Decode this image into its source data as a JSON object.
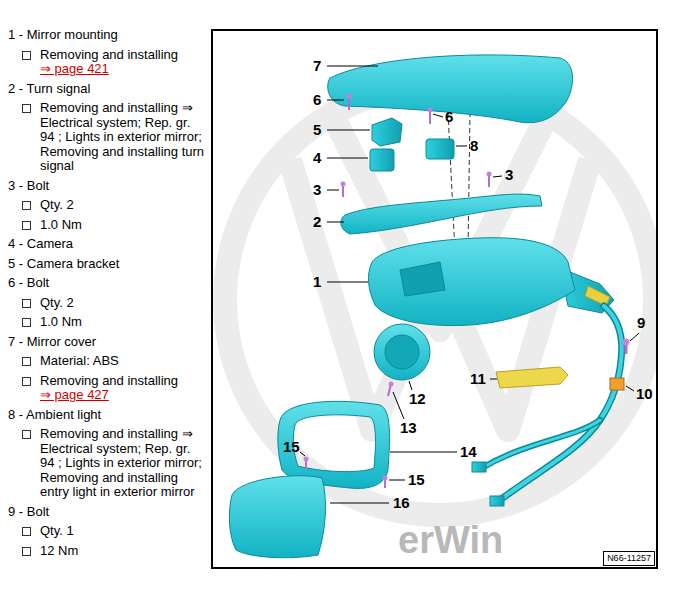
{
  "diagram": {
    "nodes": [
      {
        "text": [
          "N66-11257"
        ]
      }
    ],
    "labels": [
      "1 - Mirror mounting",
      "Removing and installing",
      "⇒ page 421",
      "2 - Turn signal",
      "Removing and installing ⇒ Electrical system; Rep. gr. 94 ; Lights in exterior mirror; Removing and installing turn signal",
      "3 - Bolt",
      "Qty. 2",
      "1.0 Nm",
      "4 - Camera",
      "5 - Camera bracket",
      "6 - Bolt",
      "Qty. 2",
      "1.0 Nm",
      "7 - Mirror cover",
      "Material: ABS",
      "Removing and installing",
      "⇒ page 427",
      "8 - Ambient light",
      "Removing and installing ⇒ Electrical system; Rep. gr. 94 ; Lights in exterior mirror; Removing and installing entry light in exterior mirror",
      "9 - Bolt",
      "Qty. 1",
      "12 Nm",
      "7",
      "6",
      "6",
      "5",
      "8",
      "4",
      "3",
      "3",
      "2",
      "1",
      "9",
      "10",
      "11",
      "12",
      "13",
      "14",
      "15",
      "15",
      "16",
      "erWin"
    ]
  }
}
